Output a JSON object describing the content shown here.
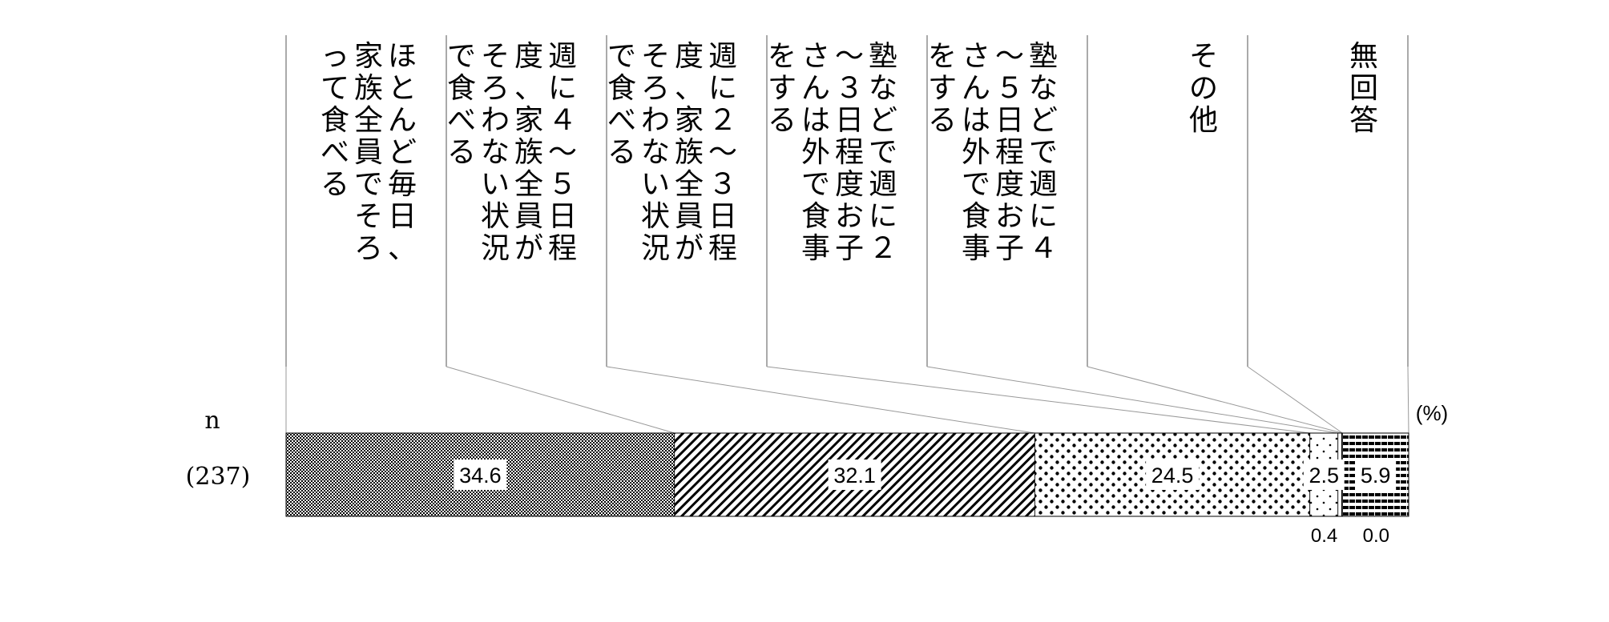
{
  "chart_data": {
    "type": "bar",
    "orientation": "horizontal-stacked-100",
    "n_label": "n",
    "unit": "(%)",
    "rows": [
      {
        "label": "(237)"
      }
    ],
    "categories": [
      "ほとんど毎日、家族全員でそろって食べる",
      "週に４～５日程度、家族全員がそろわない状況で食べる",
      "週に２～３日程度、家族全員がそろわない状況で食べる",
      "塾などで週に２～３日程度お子さんは外で食事をする",
      "塾などで週に４～５日程度お子さんは外で食事をする",
      "その他",
      "無回答"
    ],
    "values": [
      34.6,
      32.1,
      24.5,
      2.5,
      0.4,
      0.0,
      5.9
    ],
    "value_labels": [
      "34.6",
      "32.1",
      "24.5",
      "2.5",
      "0.4",
      "0.0",
      "5.9"
    ],
    "legend": "vertical-headers-top",
    "colors": {
      "ink": "#000000",
      "background": "#ffffff",
      "connector": "#999999"
    }
  }
}
